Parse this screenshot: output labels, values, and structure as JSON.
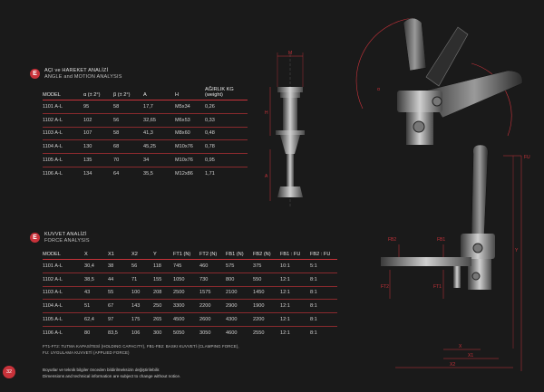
{
  "section1": {
    "icon_letter": "E",
    "title_tr": "AÇI ve HAREKET ANALİZİ",
    "title_en": "ANGLE and MOTION ANALYSIS"
  },
  "table1": {
    "headers": [
      "MODEL",
      "α (± 2°)",
      "β (± 2°)",
      "A",
      "H",
      "AĞIRLIK KG",
      "(weight)"
    ],
    "rows": [
      [
        "1101 A-L",
        "95",
        "58",
        "17,7",
        "M5x34",
        "0,26"
      ],
      [
        "1102 A-L",
        "102",
        "56",
        "32,65",
        "M6x53",
        "0,33"
      ],
      [
        "1103 A-L",
        "107",
        "58",
        "41,3",
        "M8x60",
        "0,48"
      ],
      [
        "1104 A-L",
        "130",
        "68",
        "45,25",
        "M10x76",
        "0,78"
      ],
      [
        "1105 A-L",
        "135",
        "70",
        "34",
        "M10x76",
        "0,95"
      ],
      [
        "1106 A-L",
        "134",
        "64",
        "35,5",
        "M12x86",
        "1,71"
      ]
    ]
  },
  "section2": {
    "icon_letter": "E",
    "title_tr": "KUVVET ANALİZİ",
    "title_en": "FORCE ANALYSIS"
  },
  "table2": {
    "headers": [
      "MODEL",
      "X",
      "X1",
      "X2",
      "Y",
      "FT1 (N)",
      "FT2 (N)",
      "FB1 (N)",
      "FB2 (N)",
      "FB1 : FU",
      "FB2 : FU"
    ],
    "rows": [
      [
        "1101 A-L",
        "30,4",
        "38",
        "56",
        "118",
        "745",
        "460",
        "575",
        "375",
        "10:1",
        "5:1"
      ],
      [
        "1102 A-L",
        "38,5",
        "44",
        "71",
        "155",
        "1050",
        "730",
        "800",
        "550",
        "12:1",
        "8:1"
      ],
      [
        "1103 A-L",
        "43",
        "55",
        "100",
        "208",
        "2500",
        "1575",
        "2100",
        "1450",
        "12:1",
        "8:1"
      ],
      [
        "1104 A-L",
        "51",
        "67",
        "143",
        "250",
        "3300",
        "2200",
        "2900",
        "1900",
        "12:1",
        "8:1"
      ],
      [
        "1105 A-L",
        "62,4",
        "97",
        "175",
        "265",
        "4500",
        "2600",
        "4300",
        "2200",
        "12:1",
        "8:1"
      ],
      [
        "1106 A-L",
        "80",
        "83,5",
        "106",
        "300",
        "5050",
        "3050",
        "4600",
        "2550",
        "12:1",
        "8:1"
      ]
    ]
  },
  "notes": {
    "line1": "FT1-FT2: TUTMA KAPASİTESİ (HOLDING CAPACITY), FB1-FB2: BASKI KUVVETİ (CLAMPING FORCE),",
    "line2": "FU: UYGULAMA KUVVETİ (APPLIED FORCE)"
  },
  "disclaimer": {
    "tr": "Boyutlar ve teknik bilgiler önceden bildirilmeksizin değiştirilebilir.",
    "en": "Dimensions and technical information are subject to change without notice."
  },
  "page_number": "32",
  "drawing_labels": {
    "m": "M",
    "h": "H",
    "a": "A",
    "alpha": "α",
    "beta": "β",
    "fu": "FU",
    "y": "Y",
    "fb2": "FB2",
    "fb1": "FB1",
    "ft2": "FT2",
    "ft1": "FT1",
    "x": "X",
    "x1": "X1",
    "x2": "X2"
  },
  "colors": {
    "accent": "#c8323a",
    "background": "#1a1a1a"
  }
}
